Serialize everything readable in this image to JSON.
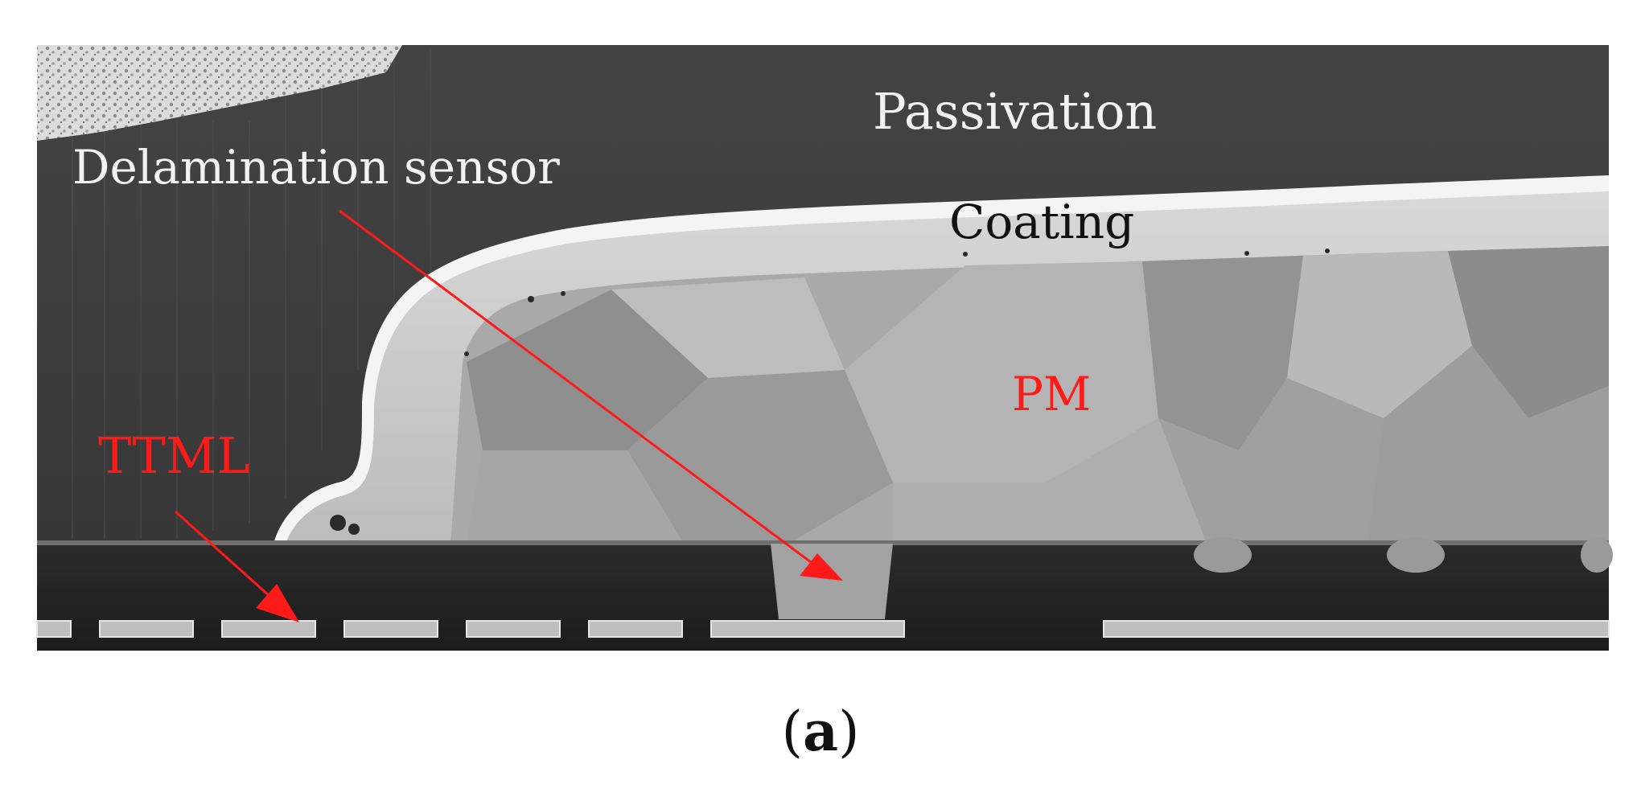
{
  "figure": {
    "labels": {
      "passivation": "Passivation",
      "delamination_sensor": "Delamination sensor",
      "coating": "Coating",
      "pm": "PM",
      "ttml": "TTML"
    },
    "caption": {
      "open": "(",
      "letter": "a",
      "close": ")"
    },
    "colors": {
      "annotation_red": "#ff1a1a",
      "background_passivation": "#3a3a3a",
      "coating": "#c9c9c9",
      "pm_grains": "#a8a8a8",
      "substrate": "#222222"
    }
  }
}
